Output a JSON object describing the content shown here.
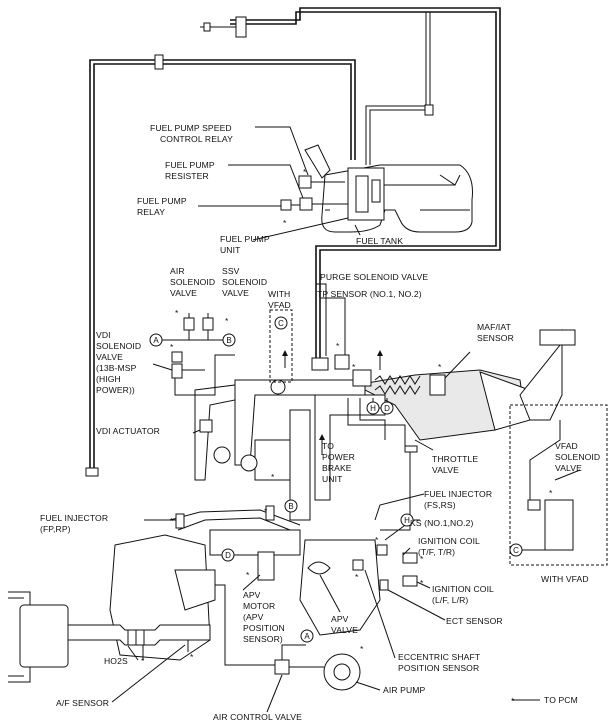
{
  "labels": {
    "fuel_pump_speed_control_relay": [
      "FUEL PUMP SPEED",
      "CONTROL RELAY"
    ],
    "fuel_pump_resister": [
      "FUEL PUMP",
      "RESISTER"
    ],
    "fuel_pump_relay": [
      "FUEL PUMP",
      "RELAY"
    ],
    "fuel_pump_unit": [
      "FUEL PUMP",
      "UNIT"
    ],
    "fuel_tank": [
      "FUEL TANK"
    ],
    "air_solenoid_valve": [
      "AIR",
      "SOLENOID",
      "VALVE"
    ],
    "ssv_solenoid_valve": [
      "SSV",
      "SOLENOID",
      "VALVE"
    ],
    "with_vfad_top": [
      "WITH",
      "VFAD"
    ],
    "purge_solenoid_valve": [
      "PURGE SOLENOID VALVE"
    ],
    "tp_sensor": [
      "TP SENSOR (NO.1, NO.2)"
    ],
    "maf_iat_sensor": [
      "MAF/IAT",
      "SENSOR"
    ],
    "vdi_solenoid_valve": [
      "VDI",
      "SOLENOID",
      "VALVE",
      "(13B-MSP",
      "(HIGH",
      "POWER))"
    ],
    "vdi_actuator": [
      "VDI ACTUATOR"
    ],
    "to_power_brake_unit": [
      "TO",
      "POWER",
      "BRAKE",
      "UNIT"
    ],
    "throttle_valve": [
      "THROTTLE",
      "VALVE"
    ],
    "vfad_solenoid_valve": [
      "VFAD",
      "SOLENOID",
      "VALVE"
    ],
    "fuel_injector_fs_rs": [
      "FUEL INJECTOR",
      "(FS,RS)"
    ],
    "fuel_injector_fp_rp": [
      "FUEL INJECTOR",
      "(FP,RP)"
    ],
    "ks": [
      "KS (NO.1,NO.2)"
    ],
    "ignition_coil_t": [
      "IGNITION COIL",
      "(T/F, T/R)"
    ],
    "ignition_coil_l": [
      "IGNITION COIL",
      "(L/F, L/R)"
    ],
    "with_vfad_right": [
      "WITH VFAD"
    ],
    "apv_motor": [
      "APV",
      "MOTOR",
      "(APV",
      "POSITION",
      "SENSOR)"
    ],
    "apv_valve": [
      "APV",
      "VALVE"
    ],
    "ect_sensor": [
      "ECT SENSOR"
    ],
    "eccentric_shaft": [
      "ECCENTRIC SHAFT",
      "POSITION SENSOR"
    ],
    "ho2s": [
      "HO2S"
    ],
    "af_sensor": [
      "A/F SENSOR"
    ],
    "air_pump": [
      "AIR PUMP"
    ],
    "air_control_valve": [
      "AIR CONTROL VALVE"
    ],
    "to_pcm": [
      "TO PCM"
    ]
  },
  "connectors": {
    "a": "A",
    "b": "B",
    "c": "C",
    "d": "D",
    "h": "H"
  },
  "legend": {
    "pcm_mark": "*"
  }
}
